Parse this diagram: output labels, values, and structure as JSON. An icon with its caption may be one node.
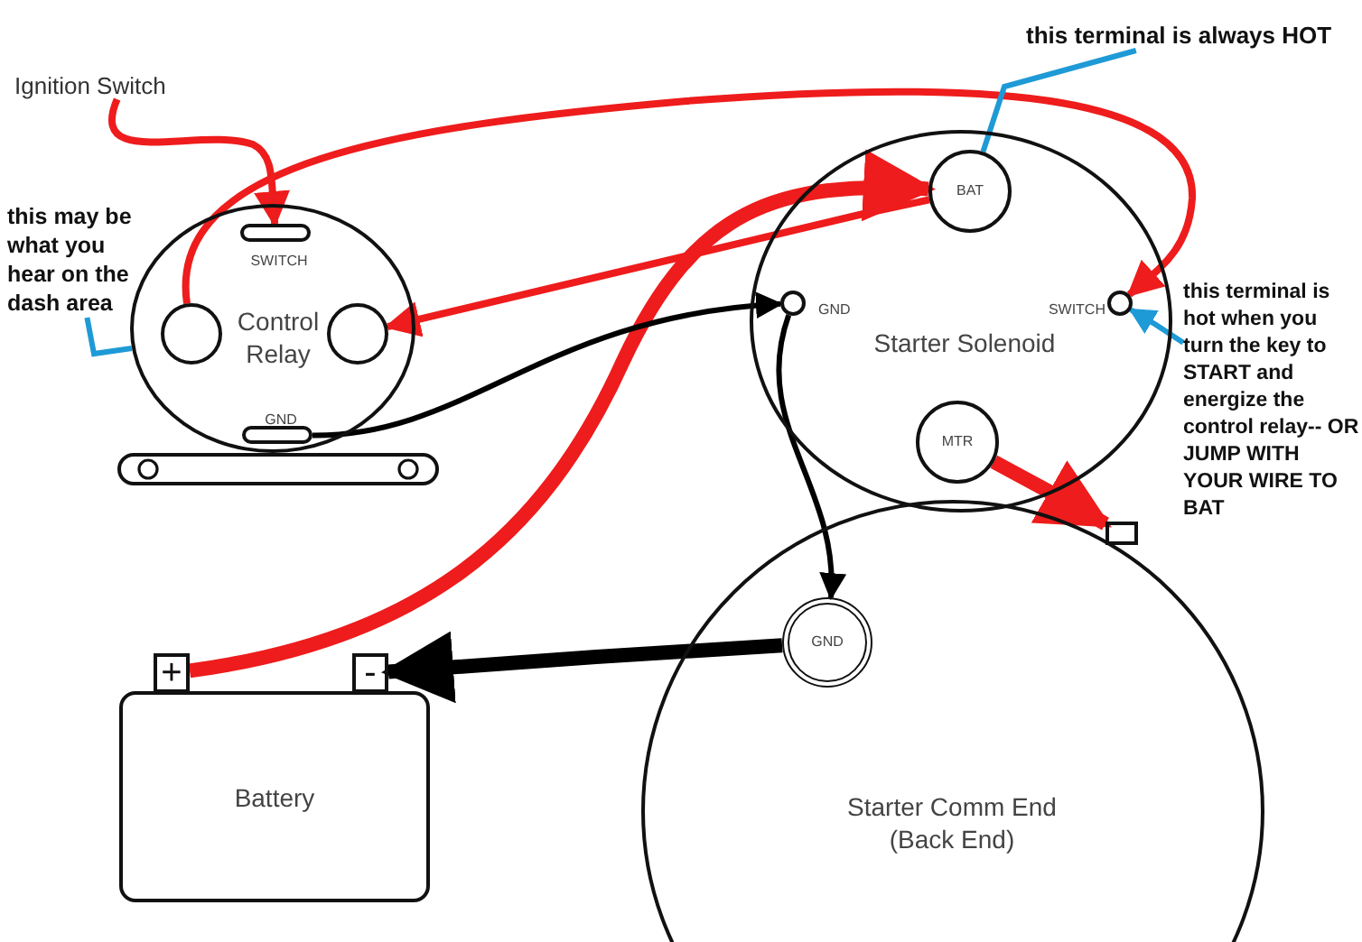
{
  "diagram": {
    "nodes": [
      {
        "text": [
          "Ignition Switch"
        ]
      },
      {
        "text": [
          "this may be what you hear on the dash area"
        ]
      },
      {
        "text": [
          "Control Relay"
        ]
      },
      {
        "text": [
          "SWITCH"
        ],
        "in": 2
      },
      {
        "text": [],
        "shape": "circle",
        "in": 2
      },
      {
        "text": [],
        "shape": "circle",
        "in": 2
      },
      {
        "text": [
          "GND"
        ],
        "in": 2
      },
      {
        "text": [
          "this terminal is always HOT"
        ]
      },
      {
        "text": [
          "Starter Solenoid"
        ]
      },
      {
        "text": [
          "BAT"
        ],
        "in": 8
      },
      {
        "text": [
          "GND"
        ],
        "in": 8
      },
      {
        "text": [
          "SWITCH"
        ],
        "in": 8
      },
      {
        "text": [
          "MTR"
        ],
        "in": 8
      },
      {
        "text": [
          "this terminal is hot when you turn the key to START and energize the control relay-- OR JUMP WITH YOUR WIRE TO BAT"
        ]
      },
      {
        "text": [
          "+"
        ]
      },
      {
        "text": [
          "-"
        ]
      },
      {
        "text": [
          "Battery"
        ]
      },
      {
        "text": [
          "Starter Comm End (Back End)"
        ]
      },
      {
        "text": [
          "GND"
        ],
        "in": 17
      },
      {
        "text": [],
        "shape": "box",
        "in": 17
      }
    ],
    "edges": [
      {
        "from": 0,
        "to": 3,
        "arrow": "to"
      },
      {
        "from": 4,
        "to": 11,
        "arrow": "to"
      },
      {
        "from": 9,
        "to": 5,
        "arrow": "to"
      },
      {
        "from": 14,
        "to": 9,
        "arrow": "to",
        "style": "thick"
      },
      {
        "from": 6,
        "to": 10,
        "arrow": "to",
        "color": "#000000"
      },
      {
        "from": 10,
        "to": 18,
        "arrow": "to",
        "color": "#000000"
      },
      {
        "from": 18,
        "to": 15,
        "arrow": "to",
        "style": "thick",
        "color": "#000000"
      },
      {
        "from": 12,
        "to": 19,
        "arrow": "to",
        "style": "thick"
      },
      {
        "from": 1,
        "to": 2,
        "arrow": "none",
        "color": "#1e9ad6"
      },
      {
        "from": 7,
        "to": 9,
        "arrow": "none",
        "color": "#1e9ad6"
      },
      {
        "from": 13,
        "to": 11,
        "arrow": "to",
        "color": "#1e9ad6"
      }
    ]
  }
}
